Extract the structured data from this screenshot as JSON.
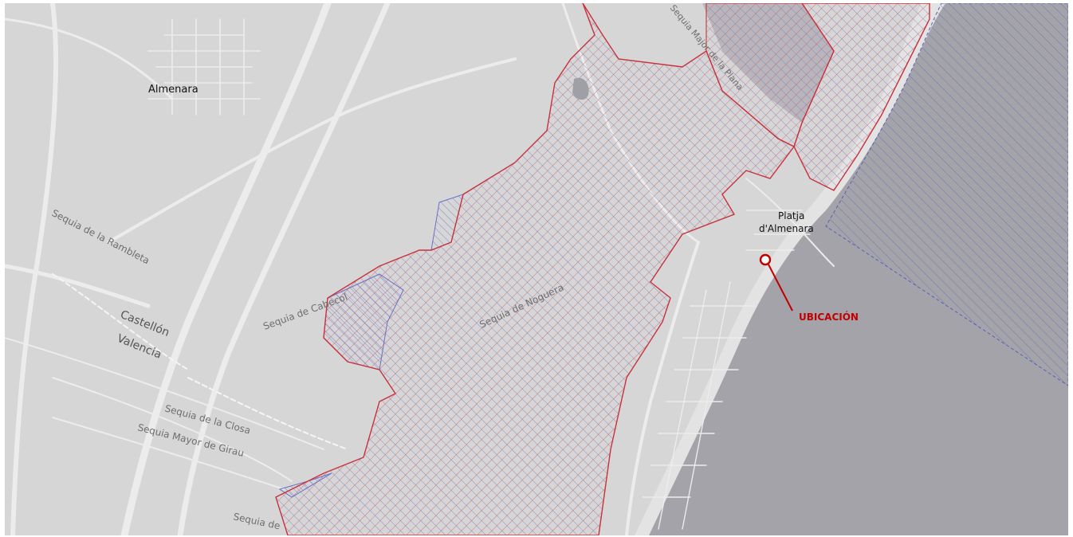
{
  "map": {
    "places": {
      "almenara": "Almenara",
      "platja_line1": "Platja",
      "platja_line2": "d'Almenara"
    },
    "roads": {
      "rambleta": "Sequia de la Rambleta",
      "cabecol": "Sequia de Cabecol",
      "noguera": "Sequia de Noguera",
      "closa": "Sequia de la Closa",
      "girau": "Sequia Mayor de Girau",
      "sequia_bottom": "Sequia de",
      "castellon": "Castellón",
      "valencia": "Valencia",
      "top_road": "Sequia Major de la Plana"
    },
    "marker": {
      "label": "UBICACIÓN",
      "color": "#c00000"
    },
    "colors": {
      "land": "#d6d6d6",
      "sea": "#a3a3a9",
      "road": "#ececec",
      "boundary_red": "#c8323c",
      "hatch_blue": "#6a6fc8"
    }
  }
}
